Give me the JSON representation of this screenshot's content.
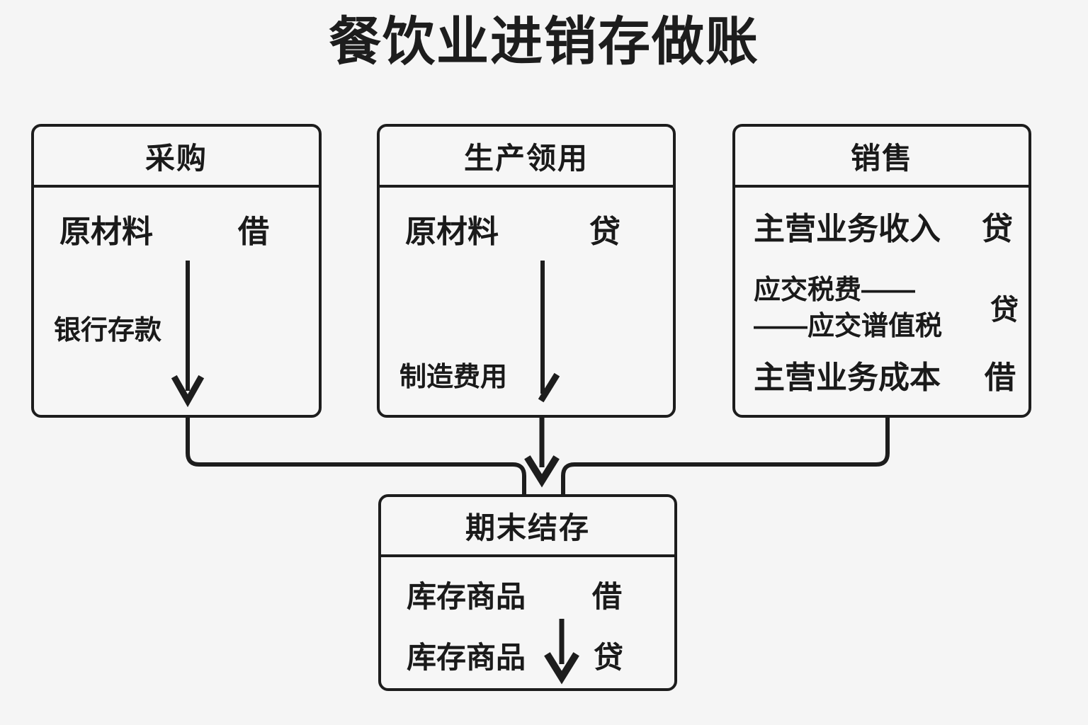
{
  "title": "餐饮业进销存做账",
  "colors": {
    "background": "#f5f5f5",
    "line": "#1d1d1d",
    "card_fill": "#f6f6f6",
    "text": "#1a1a1a"
  },
  "cards": {
    "purchase": {
      "header": "采购",
      "entries": [
        {
          "account": "原材料",
          "side": "借"
        },
        {
          "account": "银行存款",
          "side": ""
        }
      ]
    },
    "production": {
      "header": "生产领用",
      "entries": [
        {
          "account": "原材料",
          "side": "贷"
        },
        {
          "account": "制造费用",
          "side": ""
        }
      ]
    },
    "sales": {
      "header": "销售",
      "entries": [
        {
          "account": "主营业务收入",
          "side": "贷"
        },
        {
          "account": "应交税费——",
          "account2": "——应交谱值税",
          "side": "贷"
        },
        {
          "account": "主营业务成本",
          "side": "借"
        }
      ]
    },
    "closing": {
      "header": "期末结存",
      "entries": [
        {
          "account": "库存商品",
          "side": "借"
        },
        {
          "account": "库存商品",
          "side": "贷"
        }
      ]
    }
  },
  "icons": {
    "purchase_arrow": "down-arrow-icon",
    "production_arrow": "down-arrow-icon",
    "closing_arrow": "down-arrow-icon",
    "merge_arrow": "down-arrow-icon"
  }
}
